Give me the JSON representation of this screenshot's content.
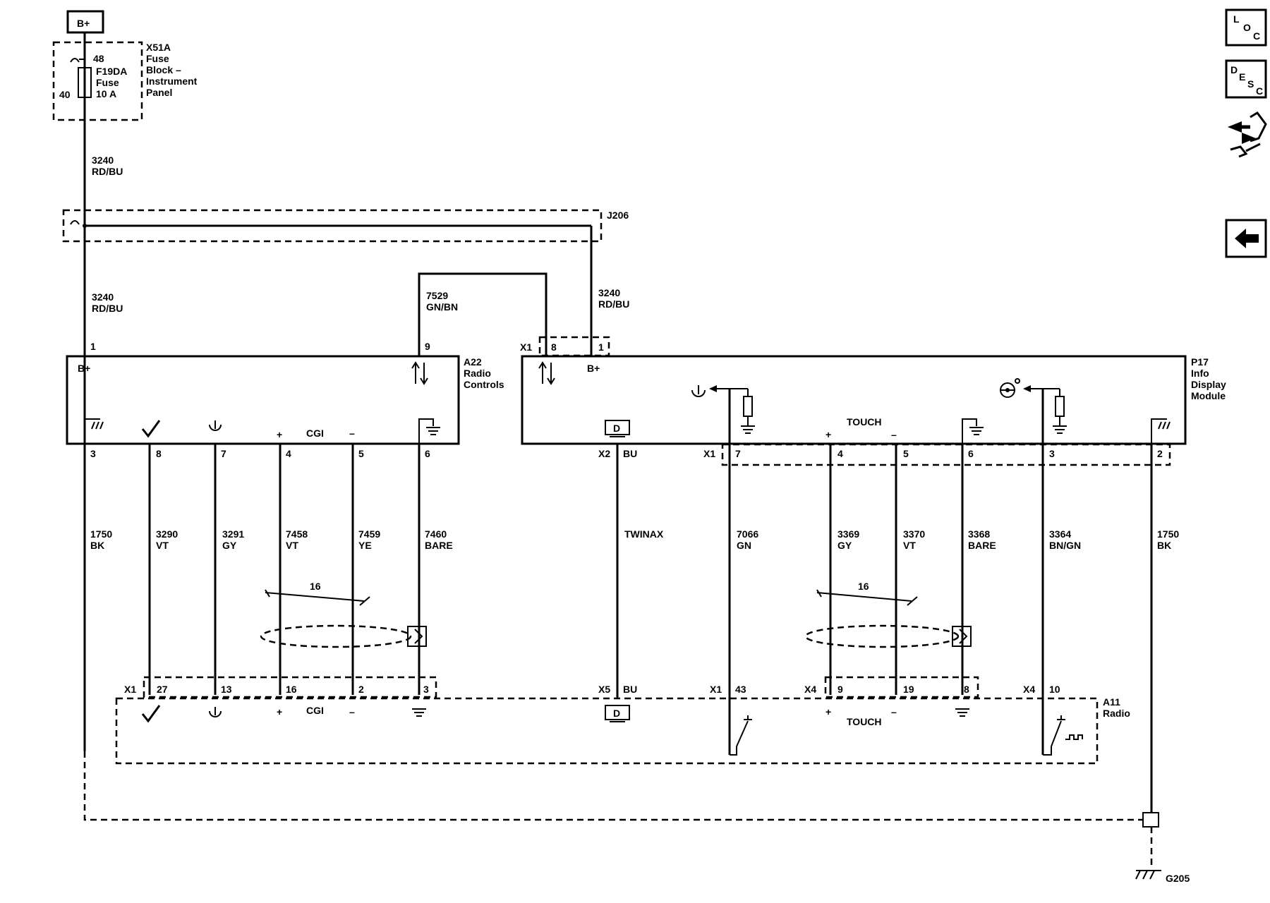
{
  "power": {
    "label": "B+"
  },
  "fuse_block": {
    "ref": "X51A",
    "name_lines": [
      "Fuse",
      "Block –",
      "Instrument",
      "Panel"
    ],
    "pin_in": "48",
    "pin_out": "40",
    "fuse_ref": "F19DA",
    "fuse_word": "Fuse",
    "fuse_rating": "10 A"
  },
  "splice": {
    "ref": "J206"
  },
  "wires_top": [
    {
      "circuit": "3240",
      "color": "RD/BU"
    },
    {
      "circuit": "3240",
      "color": "RD/BU"
    },
    {
      "circuit": "7529",
      "color": "GN/BN"
    },
    {
      "circuit": "3240",
      "color": "RD/BU"
    }
  ],
  "a22": {
    "ref": "A22",
    "name_lines": [
      "Radio",
      "Controls"
    ],
    "bplus": "B+",
    "pin_bplus": "1",
    "pin_data": "9",
    "cgi_label": "CGI",
    "pins_bottom": [
      "3",
      "8",
      "7",
      "4",
      "5",
      "6"
    ]
  },
  "p17": {
    "ref": "P17",
    "name_lines": [
      "Info",
      "Display",
      "Module"
    ],
    "connector_top": "X1",
    "pin_data": "8",
    "pin_bplus": "1",
    "bplus": "B+",
    "connector_x2": "X2",
    "x2_color": "BU",
    "connector_x1": "X1",
    "touch_label": "TOUCH",
    "pins_bottom": [
      "7",
      "4",
      "5",
      "6",
      "3",
      "2"
    ]
  },
  "wires_bottom": [
    {
      "circuit": "1750",
      "color": "BK"
    },
    {
      "circuit": "3290",
      "color": "VT"
    },
    {
      "circuit": "3291",
      "color": "GY"
    },
    {
      "circuit": "7458",
      "color": "VT"
    },
    {
      "circuit": "7459",
      "color": "YE"
    },
    {
      "circuit": "7460",
      "color": "BARE"
    },
    {
      "circuit": "TWINAX",
      "color": ""
    },
    {
      "circuit": "7066",
      "color": "GN"
    },
    {
      "circuit": "3369",
      "color": "GY"
    },
    {
      "circuit": "3370",
      "color": "VT"
    },
    {
      "circuit": "3368",
      "color": "BARE"
    },
    {
      "circuit": "3364",
      "color": "BN/GN"
    },
    {
      "circuit": "1750",
      "color": "BK"
    }
  ],
  "twist_left": {
    "label": "16"
  },
  "twist_right": {
    "label": "16"
  },
  "a11": {
    "ref": "A11",
    "name_lines": [
      "Radio"
    ],
    "x1_left": "X1",
    "pins_left": [
      "27",
      "13",
      "16",
      "2",
      "3"
    ],
    "x5": "X5",
    "x5_pin_color": "BU",
    "x1_mid": "X1",
    "x1_mid_pin": "43",
    "x4_left": "X4",
    "pins_x4": [
      "9",
      "19",
      "8"
    ],
    "x4_right": "X4",
    "x4_right_pin": "10",
    "cgi_label": "CGI",
    "touch_label": "TOUCH"
  },
  "ground": {
    "ref": "G205"
  },
  "nav": {
    "loc": [
      "L",
      "O",
      "C"
    ],
    "desc": [
      "D",
      "E",
      "S",
      "C"
    ],
    "icons": [
      "loc-button-icon",
      "desc-button-icon",
      "connector-view-icon",
      "back-arrow-icon"
    ]
  }
}
